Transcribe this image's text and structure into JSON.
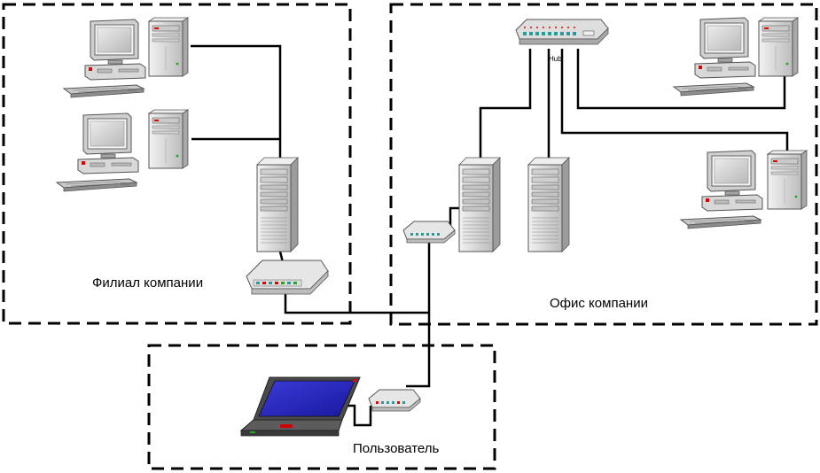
{
  "zones": {
    "branch": {
      "label": "Филиал компании"
    },
    "office": {
      "label": "Офис компании"
    },
    "user": {
      "label": "Пользователь"
    }
  },
  "devices": {
    "hub": {
      "label": "Hub"
    }
  },
  "colors": {
    "line": "#000000",
    "case": "#d4d4d4",
    "case_dark": "#9a9a9a",
    "screen": "#2f3a93",
    "laptop_screen": "#2433d6",
    "led_red": "#e00000",
    "led_green": "#22aa22",
    "teal": "#2a9a9a"
  }
}
